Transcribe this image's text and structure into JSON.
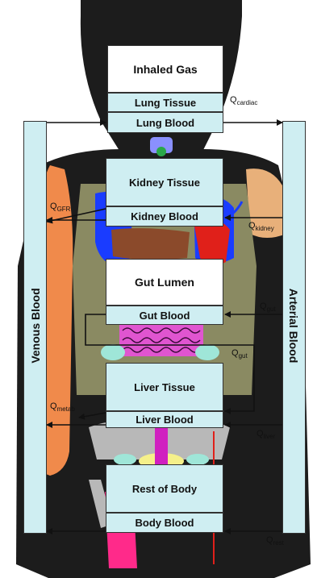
{
  "compartments": {
    "inhaled_gas": "Inhaled Gas",
    "lung_tissue": "Lung Tissue",
    "lung_blood": "Lung Blood",
    "kidney_tissue": "Kidney Tissue",
    "kidney_blood": "Kidney Blood",
    "gut_lumen": "Gut Lumen",
    "gut_blood": "Gut Blood",
    "liver_tissue": "Liver Tissue",
    "liver_blood": "Liver Blood",
    "rest_of_body": "Rest of Body",
    "body_blood": "Body Blood"
  },
  "pools": {
    "venous": "Venous  Blood",
    "arterial": "Arterial  Blood"
  },
  "flows": {
    "cardiac": {
      "q": "Q",
      "sub": "cardiac"
    },
    "gfr": {
      "q": "Q",
      "sub": "GFR"
    },
    "kidney": {
      "q": "Q",
      "sub": "kidney"
    },
    "gut_in": {
      "q": "Q",
      "sub": "gut"
    },
    "gut_out": {
      "q": "Q",
      "sub": "gut"
    },
    "metab": {
      "q": "Q",
      "sub": "metab"
    },
    "liver": {
      "q": "Q",
      "sub": "liver"
    },
    "rest": {
      "q": "Q",
      "sub": "rest"
    }
  },
  "colors": {
    "box_fill": "#cfeef2",
    "body_silhouette": "#1c1c1c",
    "torso": "#8a8a62",
    "arm_left": "#f08a4b",
    "arm_right": "#e8b07a",
    "lungs": "#1a3cff",
    "heart": "#e0201a",
    "liver_organ": "#8b4a2b",
    "intestine": "#e055d0",
    "bone": "#b8b8b8",
    "leg_muscle": "#ff2a8a"
  }
}
